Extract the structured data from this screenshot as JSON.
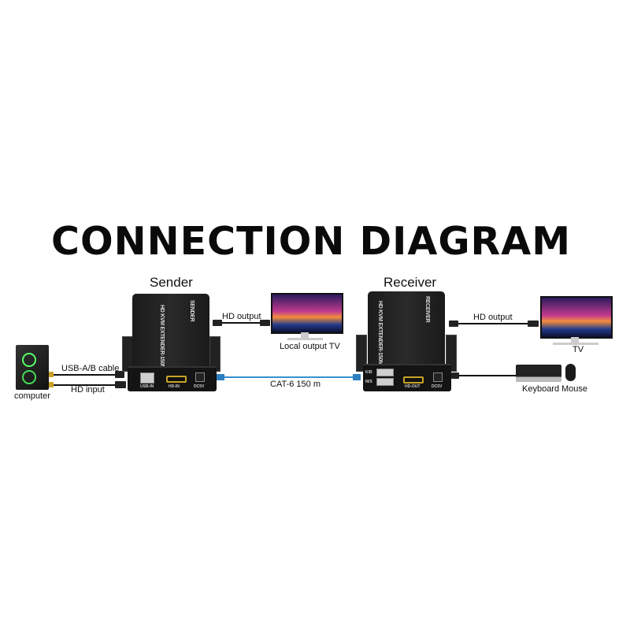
{
  "title": "CONNECTION DIAGRAM",
  "sender": {
    "label": "Sender",
    "model_text": "HD KVM EXTENDER-150M",
    "side_text": "SENDER",
    "ports": [
      "USB-IN",
      "HD-IN",
      "DC5V"
    ]
  },
  "receiver": {
    "label": "Receiver",
    "model_text": "HD KVM EXTENDER-150M",
    "side_text": "RECEIVER",
    "ports": [
      "K/B",
      "M/S",
      "HD-OUT",
      "DC5V"
    ]
  },
  "cables": {
    "usb": "USB-A/B cable",
    "hd_input": "HD input",
    "sender_hd_output": "HD output",
    "cat6": "CAT-6 150 m",
    "receiver_hd_output": "HD output"
  },
  "devices": {
    "computer": "computer",
    "local_tv": "Local output TV",
    "tv": "TV",
    "keyboard": "Keyboard",
    "mouse": "Mouse"
  },
  "colors": {
    "cat6_cable": "#3a8fd0",
    "device_body": "#1b1b1b",
    "hdmi_port": "#c9a227"
  }
}
